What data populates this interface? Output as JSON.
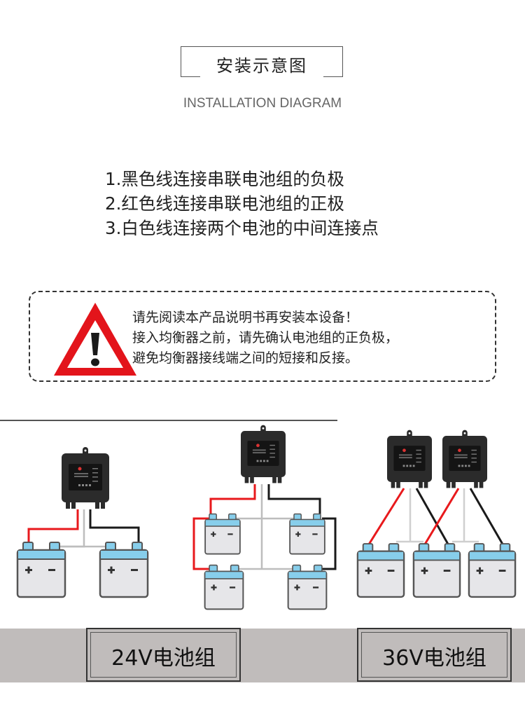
{
  "header": {
    "title": "安装示意图",
    "subtitle": "INSTALLATION DIAGRAM"
  },
  "instructions": [
    "1.黑色线连接串联电池组的负极",
    "2.红色线连接串联电池组的正极",
    "3.白色线连接两个电池的中间连接点"
  ],
  "warning": {
    "icon": "warning-triangle-icon",
    "lines": [
      "请先阅读本产品说明书再安装本设备！",
      "接入均衡器之前，请先确认电池组的正负极，",
      "避免均衡器接线端之间的短接和反接。"
    ]
  },
  "diagrams": [
    {
      "name": "two-battery-series",
      "equalizers": 1,
      "batteries": 2
    },
    {
      "name": "four-battery-series-parallel",
      "equalizers": 1,
      "batteries": 4
    },
    {
      "name": "three-battery-series",
      "equalizers": 2,
      "batteries": 3
    }
  ],
  "battery": {
    "plus": "+",
    "minus": "−"
  },
  "colors": {
    "wire_red": "#e8191c",
    "wire_black": "#1a1a1a",
    "wire_white": "#bdbdbd",
    "battery_cap": "#87ceeb",
    "battery_body": "#e6e6e9",
    "warning_red": "#e3141b",
    "footer_band": "#c0bcbb"
  },
  "labels": {
    "pack_24v": "24V电池组",
    "pack_36v": "36V电池组"
  }
}
